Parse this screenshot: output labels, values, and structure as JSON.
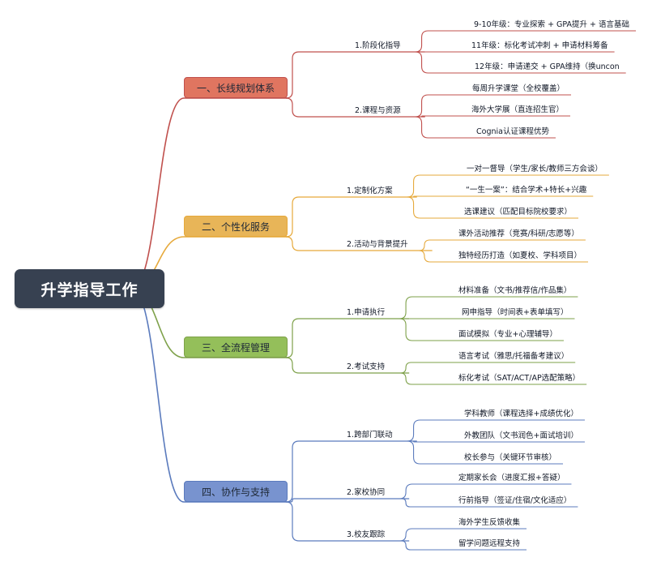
{
  "root": {
    "label": "升学指导工作"
  },
  "branches": [
    {
      "label": "一、长线规划体系",
      "color": "#c0504d",
      "fill": "#e07560",
      "subs": [
        {
          "label": "1.阶段化指导",
          "leaves": [
            "9-10年级：专业探索 + GPA提升 + 语言基础",
            "11年级：标化考试冲刺 + 申请材料筹备",
            "12年级：申请递交 + GPA维持（换uncon"
          ]
        },
        {
          "label": "2.课程与资源",
          "leaves": [
            "每周升学课堂（全校覆盖）",
            "海外大学展（直连招生官）",
            "Cognia认证课程优势"
          ]
        }
      ]
    },
    {
      "label": "二、个性化服务",
      "color": "#e6a93b",
      "fill": "#e8b558",
      "subs": [
        {
          "label": "1.定制化方案",
          "leaves": [
            "一对一督导（学生/家长/教师三方会谈）",
            "“一生一案”：结合学术+特长+兴趣",
            "选课建议（匹配目标院校要求）"
          ]
        },
        {
          "label": "2.活动与背景提升",
          "leaves": [
            "课外活动推荐（竞赛/科研/志愿等）",
            "独特经历打造（如夏校、学科项目）"
          ]
        }
      ]
    },
    {
      "label": "三、全流程管理",
      "color": "#7ea14a",
      "fill": "#94bf5a",
      "subs": [
        {
          "label": "1.申请执行",
          "leaves": [
            "材料准备（文书/推荐信/作品集）",
            "网申指导（时间表+表单填写）",
            "面试模拟（专业+心理辅导）"
          ]
        },
        {
          "label": "2.考试支持",
          "leaves": [
            "语言考试（雅思/托福备考建议）",
            "标化考试（SAT/ACT/AP选配策略）"
          ]
        }
      ]
    },
    {
      "label": "四、协作与支持",
      "color": "#5b7bbd",
      "fill": "#7893cf",
      "subs": [
        {
          "label": "1.跨部门联动",
          "leaves": [
            "学科教师（课程选择+成绩优化）",
            "外教团队（文书润色+面试培训）",
            "校长参与（关键环节审核）"
          ]
        },
        {
          "label": "2.家校协同",
          "leaves": [
            "定期家长会（进度汇报+答疑）",
            "行前指导（签证/住宿/文化适应）"
          ]
        },
        {
          "label": "3.校友跟踪",
          "leaves": [
            "海外学生反馈收集",
            "留学问题远程支持"
          ]
        }
      ]
    }
  ]
}
